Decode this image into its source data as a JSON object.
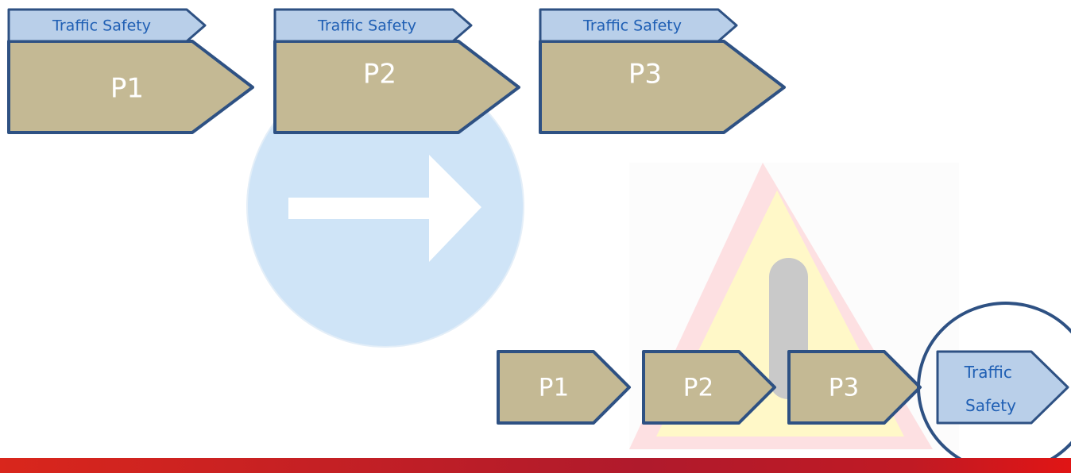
{
  "colors": {
    "process_fill": "#c4b994",
    "tag_fill": "#b9cfe9",
    "stroke": "#2e5183",
    "tag_text": "#1f5fb4",
    "process_text": "#ffffff",
    "arrow_circle": "#cfe4f7",
    "warning_outer": "#fde0e2",
    "warning_inner": "#fff8c8",
    "warning_bar": "#c9c9c9",
    "footer": "#c61e2c"
  },
  "icons": [
    "right-arrow-circle-icon",
    "warning-triangle-icon"
  ],
  "top_row": [
    {
      "tag": "Traffic Safety",
      "label": "P1"
    },
    {
      "tag": "Traffic Safety",
      "label": "P2"
    },
    {
      "tag": "Traffic Safety",
      "label": "P3"
    }
  ],
  "bottom_row": {
    "steps": [
      "P1",
      "P2",
      "P3"
    ],
    "final_tag_lines": [
      "Traffic",
      "Safety"
    ]
  }
}
